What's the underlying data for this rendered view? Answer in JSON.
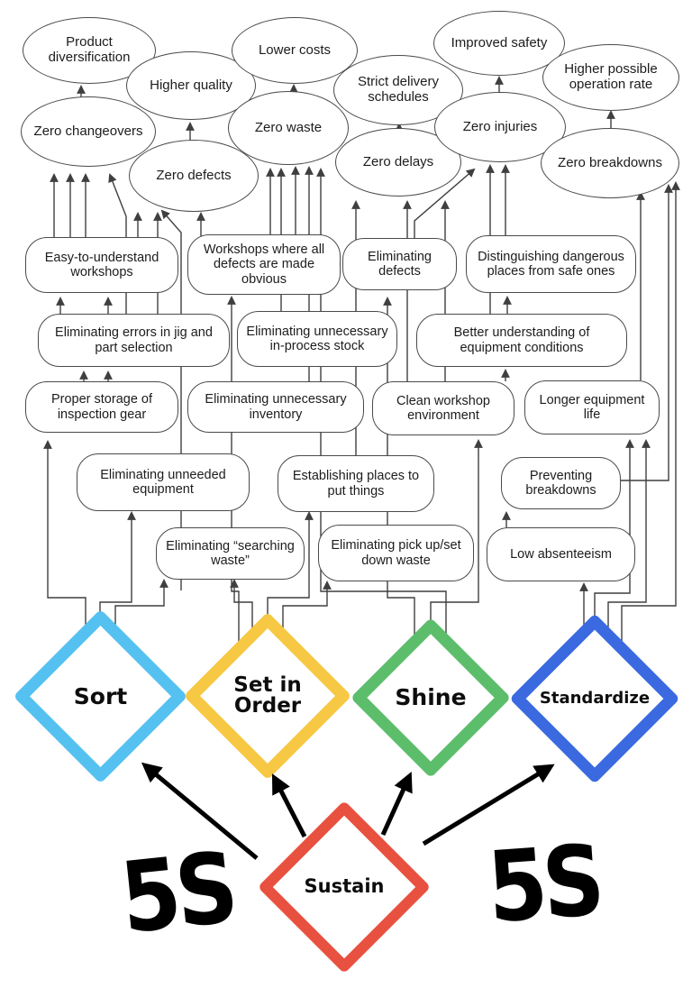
{
  "diagram": {
    "ellipses": {
      "product_diversification": "Product diversification",
      "higher_quality": "Higher quality",
      "lower_costs": "Lower costs",
      "strict_delivery": "Strict delivery schedules",
      "improved_safety": "Improved safety",
      "higher_operation_rate": "Higher possible operation rate",
      "zero_changeovers": "Zero changeovers",
      "zero_defects": "Zero defects",
      "zero_waste": "Zero waste",
      "zero_delays": "Zero delays",
      "zero_injuries": "Zero injuries",
      "zero_breakdowns": "Zero breakdowns"
    },
    "boxes": {
      "easy_workshops": "Easy-to-understand workshops",
      "defects_obvious": "Workshops where all defects are made obvious",
      "eliminating_defects": "Eliminating defects",
      "distinguishing_places": "Distinguishing dangerous places from safe ones",
      "eliminating_errors": "Eliminating errors in jig and part selection",
      "in_process_stock": "Eliminating unnecessary in-process stock",
      "better_understanding": "Better understanding of equipment conditions",
      "proper_storage": "Proper storage of inspection gear",
      "unnecessary_inventory": "Eliminating unnecessary inventory",
      "clean_workshop": "Clean workshop environment",
      "longer_equipment_life": "Longer equipment life",
      "unneeded_equipment": "Eliminating unneeded equipment",
      "establishing_places": "Establishing places to put things",
      "preventing_breakdowns": "Preventing breakdowns",
      "searching_waste": "Eliminating “searching waste”",
      "pickup_setdown": "Eliminating pick up/set down waste",
      "low_absenteeism": "Low absenteeism"
    },
    "diamonds": {
      "sort": {
        "label": "Sort",
        "color": "#55C1F0"
      },
      "set_in_order": {
        "label": "Set in Order",
        "color": "#F6C844"
      },
      "shine": {
        "label": "Shine",
        "color": "#5CBD6B"
      },
      "standardize": {
        "label": "Standardize",
        "color": "#3B6AE0"
      },
      "sustain": {
        "label": "Sustain",
        "color": "#E8513F"
      }
    },
    "labels_5s": {
      "left": "5S",
      "right": "5S"
    },
    "colors": {
      "connector": "#3f3f3f",
      "node_border": "#4a4a4a",
      "arrow_black": "#000000"
    }
  }
}
